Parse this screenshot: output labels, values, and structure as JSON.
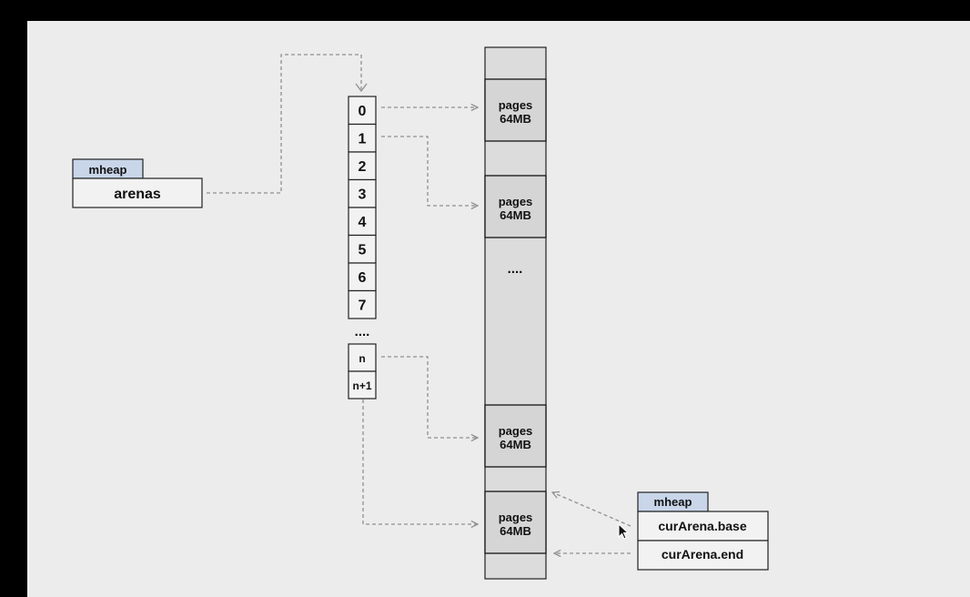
{
  "colors": {
    "frame": "#000000",
    "canvas": "#ececec",
    "box_fill": "#f2f2f2",
    "column_fill": "#dcdcdc",
    "page_fill": "#d5d5d5",
    "tag_fill": "#c9d6ea",
    "connector": "#8f8f8f"
  },
  "mheap_arenas": {
    "tag": "mheap",
    "field": "arenas"
  },
  "arena_index": {
    "slots": [
      "0",
      "1",
      "2",
      "3",
      "4",
      "5",
      "6",
      "7"
    ],
    "ellipsis": "....",
    "tail_slots": [
      "n",
      "n+1"
    ]
  },
  "memory": {
    "page_line1": "pages",
    "page_line2": "64MB",
    "ellipsis": "...."
  },
  "mheap_cur_arena": {
    "tag": "mheap",
    "base_field": "curArena.base",
    "end_field": "curArena.end"
  },
  "icons": {
    "pointer": "mouse-cursor-icon"
  }
}
